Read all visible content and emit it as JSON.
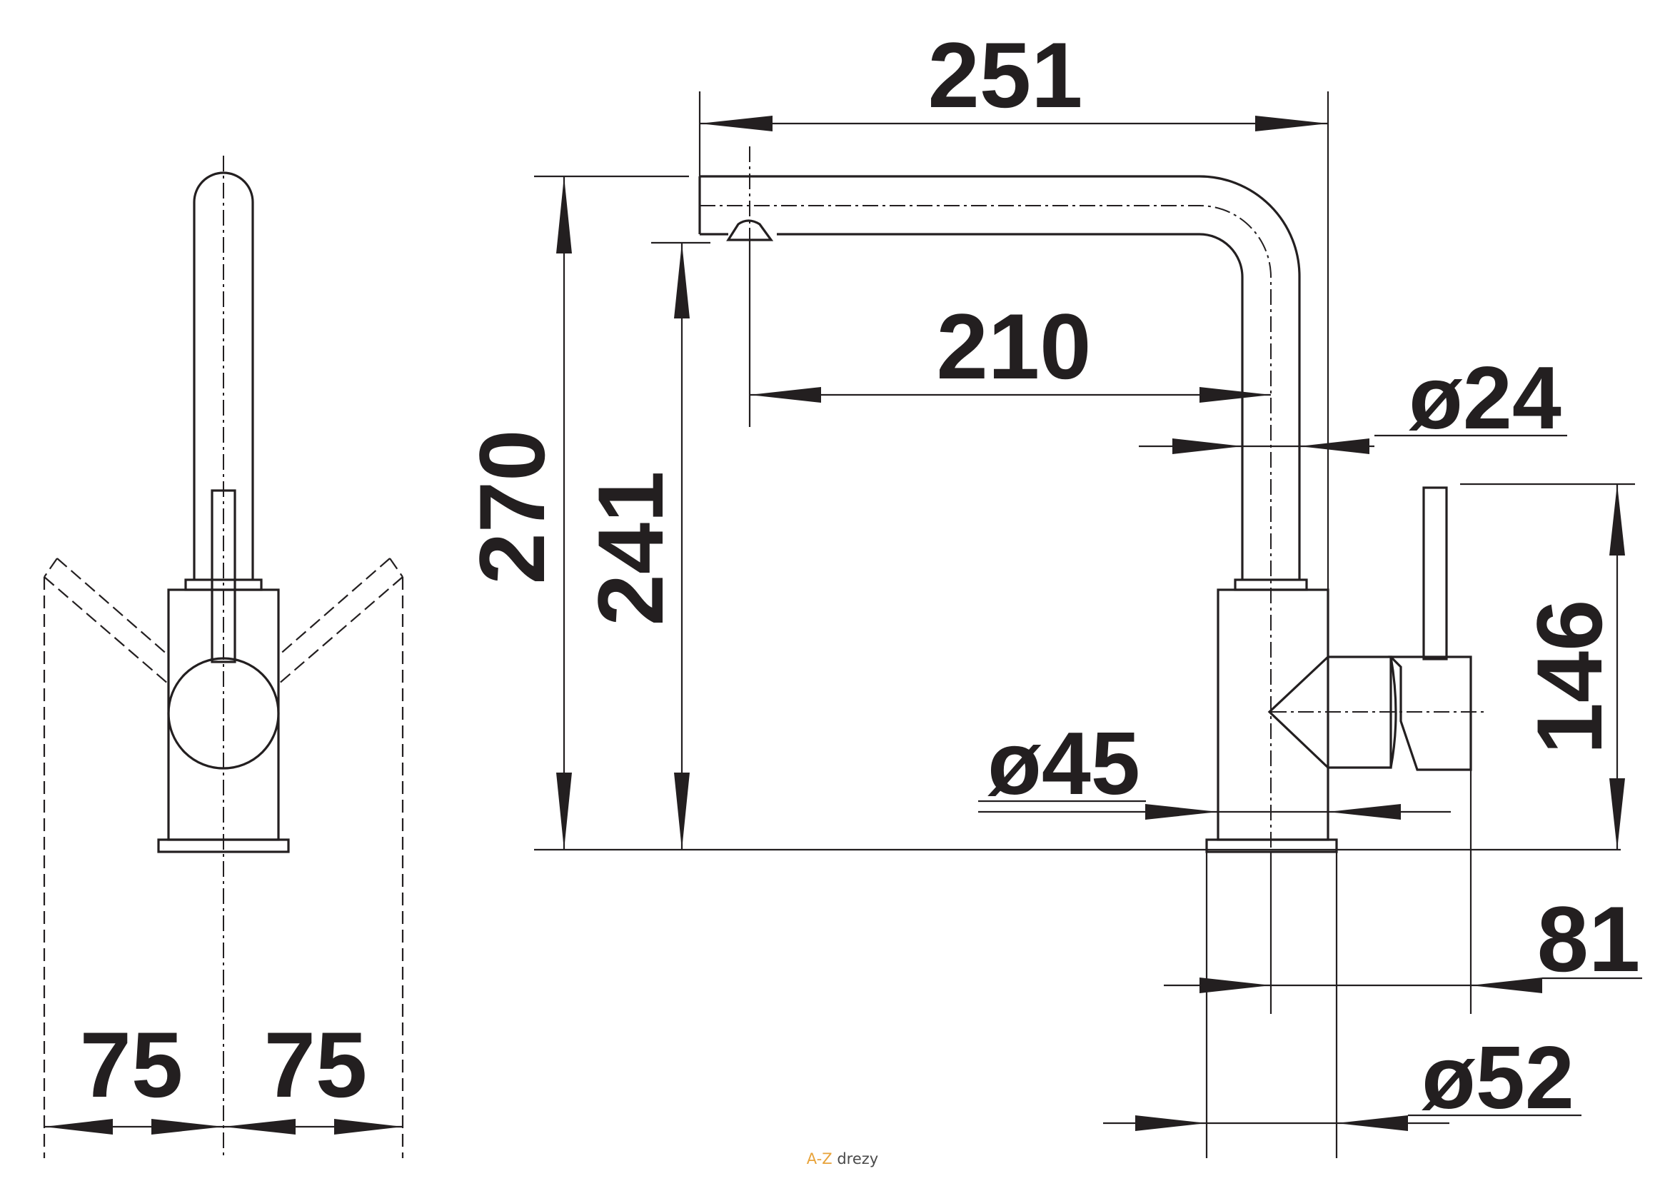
{
  "dimensions": {
    "total_width": "251",
    "spout_reach": "210",
    "spout_diameter": "ø24",
    "total_height": "270",
    "outlet_height": "241",
    "lever_height": "146",
    "body_diameter": "ø45",
    "lever_offset": "81",
    "base_diameter": "ø52",
    "lever_swing_left": "75",
    "lever_swing_right": "75"
  },
  "footer": {
    "brand_prefix": "A-Z",
    "brand_suffix": " drezy",
    "prefix_color": "#e8a33a",
    "suffix_color": "#4a4a4a"
  },
  "colors": {
    "ink": "#231f20",
    "background": "#ffffff"
  }
}
